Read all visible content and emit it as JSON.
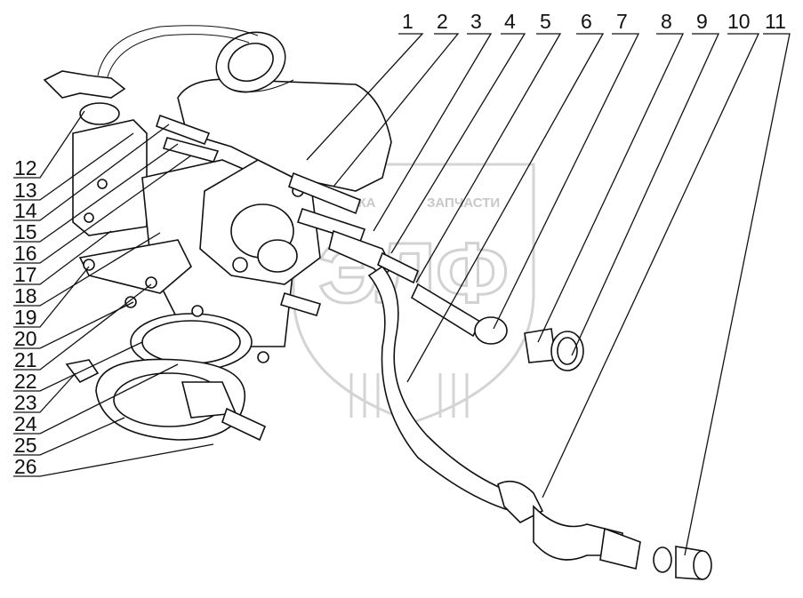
{
  "diagram": {
    "top_labels": [
      "1",
      "2",
      "3",
      "4",
      "5",
      "6",
      "7",
      "8",
      "9",
      "10",
      "11"
    ],
    "left_labels": [
      "12",
      "13",
      "14",
      "15",
      "16",
      "17",
      "18",
      "19",
      "20",
      "21",
      "22",
      "23",
      "24",
      "25",
      "26"
    ],
    "watermark": {
      "logo_text": "ЭЛФ",
      "caption_left": "ЛКА",
      "caption_right": "ЗАПЧАСТИ"
    }
  }
}
